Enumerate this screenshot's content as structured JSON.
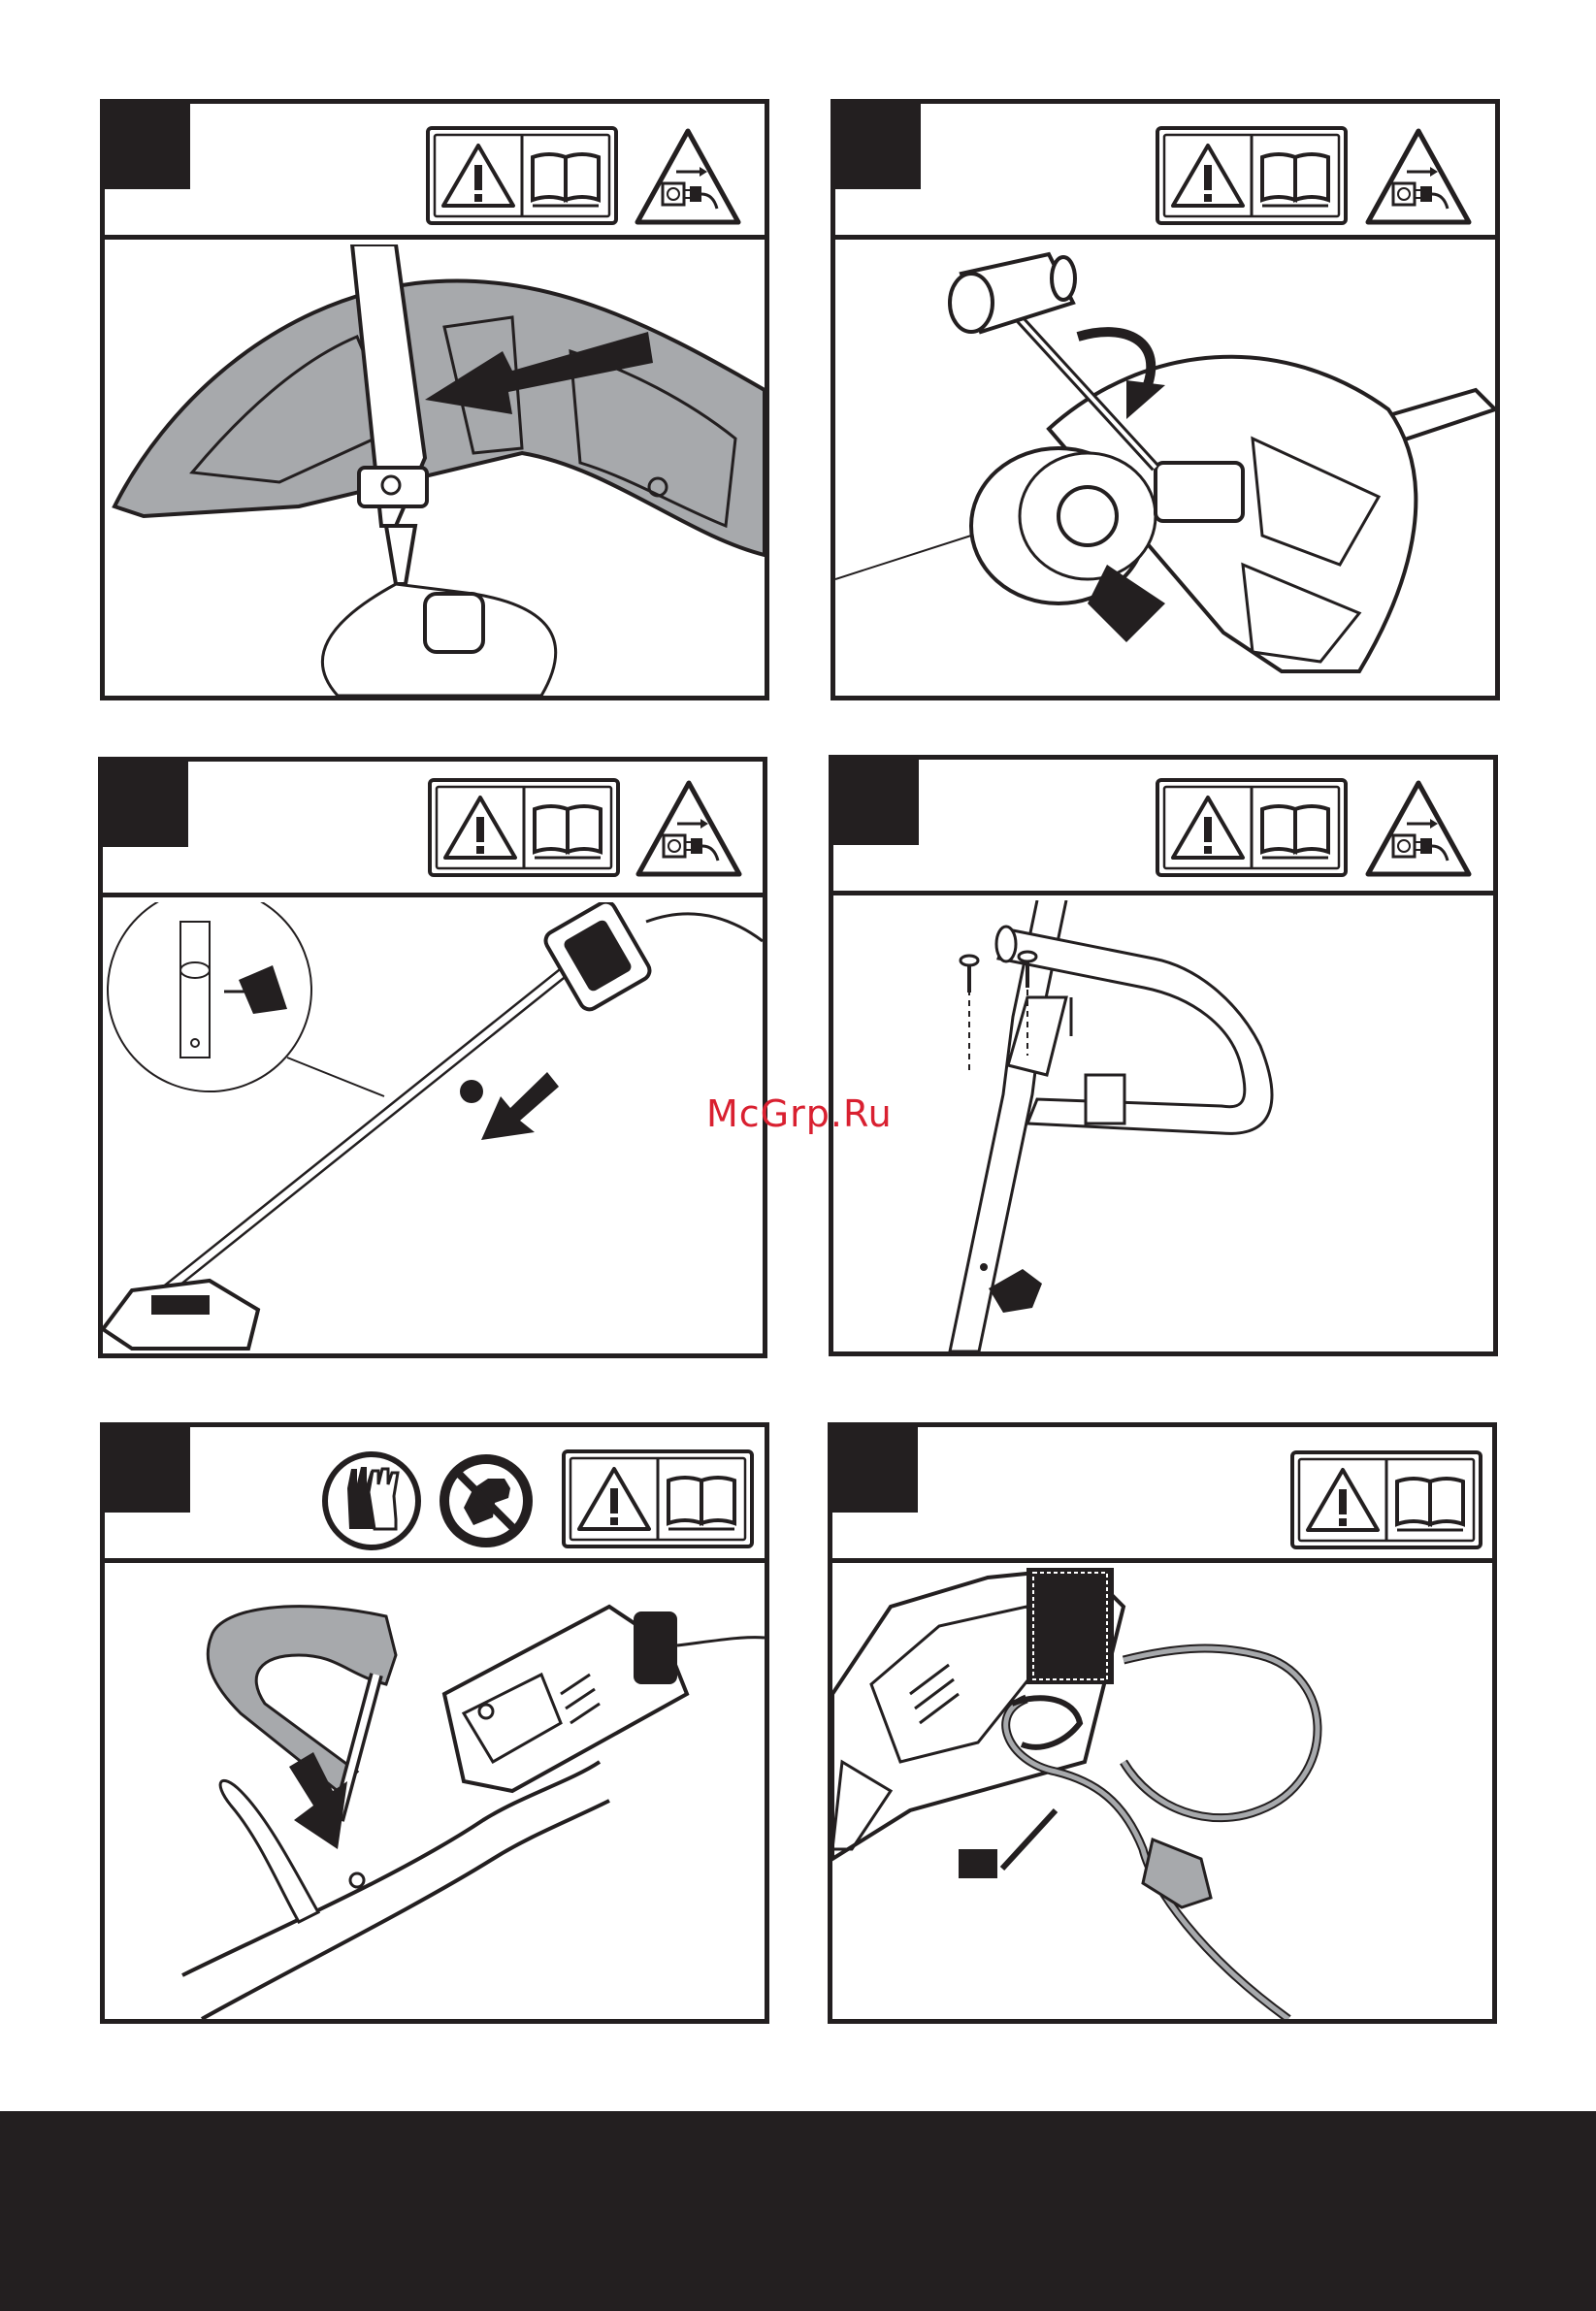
{
  "watermark": "McGrp.Ru",
  "icons": {
    "warning": "warning-triangle-icon",
    "manual": "read-manual-book-icon",
    "unplug": "unplug-power-icon",
    "gloves": "wear-gloves-icon",
    "no_hand": "no-hand-contact-icon"
  },
  "colors": {
    "ink": "#231f20",
    "guard_fill": "#a7a9ac",
    "watermark": "#d92030"
  },
  "panels": [
    {
      "id": "panel-1",
      "illustration": "guard-attachment"
    },
    {
      "id": "panel-2",
      "illustration": "guard-screw-tightening"
    },
    {
      "id": "panel-3",
      "illustration": "shaft-assembly"
    },
    {
      "id": "panel-4",
      "illustration": "auxiliary-handle-mounting"
    },
    {
      "id": "panel-5",
      "illustration": "shoulder-strap-attachment"
    },
    {
      "id": "panel-6",
      "illustration": "cord-strain-relief"
    }
  ]
}
